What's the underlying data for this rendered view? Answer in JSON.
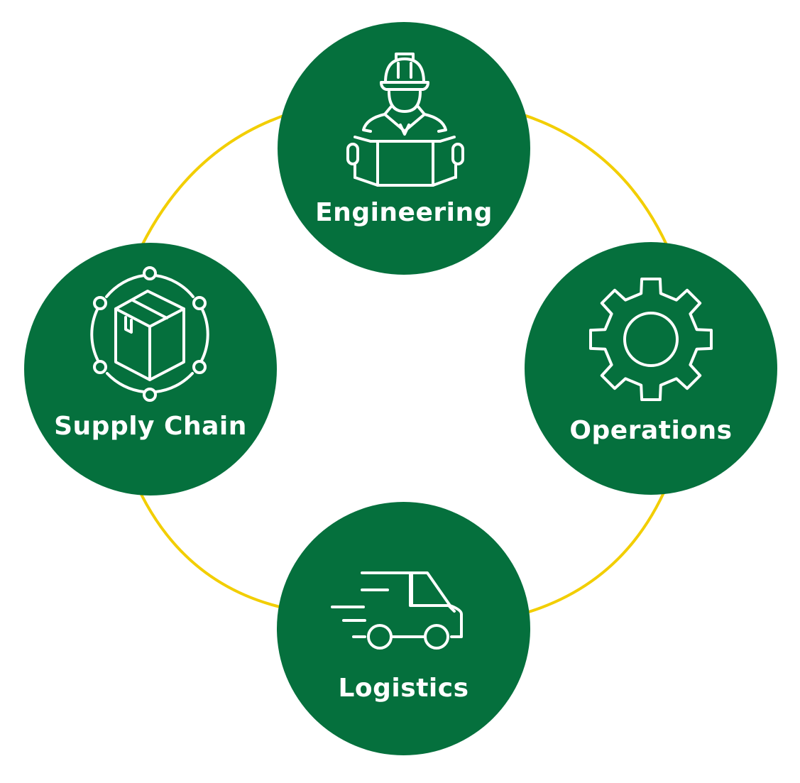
{
  "colors": {
    "node_fill": "#05703D",
    "arrow": "#F2CE00",
    "icon_stroke": "#ffffff",
    "background": "#ffffff"
  },
  "nodes": {
    "engineering": {
      "label": "Engineering",
      "icon": "engineer-hardhat-icon"
    },
    "operations": {
      "label": "Operations",
      "icon": "gear-icon"
    },
    "logistics": {
      "label": "Logistics",
      "icon": "delivery-truck-icon"
    },
    "supply_chain": {
      "label": "Supply Chain",
      "icon": "package-network-icon"
    }
  },
  "connections": [
    {
      "from": "supply_chain",
      "to": "engineering",
      "style": "double-headed-arrow"
    },
    {
      "from": "engineering",
      "to": "operations",
      "style": "double-headed-arrow"
    },
    {
      "from": "operations",
      "to": "logistics",
      "style": "double-headed-arrow"
    },
    {
      "from": "logistics",
      "to": "supply_chain",
      "style": "double-headed-arrow"
    }
  ]
}
